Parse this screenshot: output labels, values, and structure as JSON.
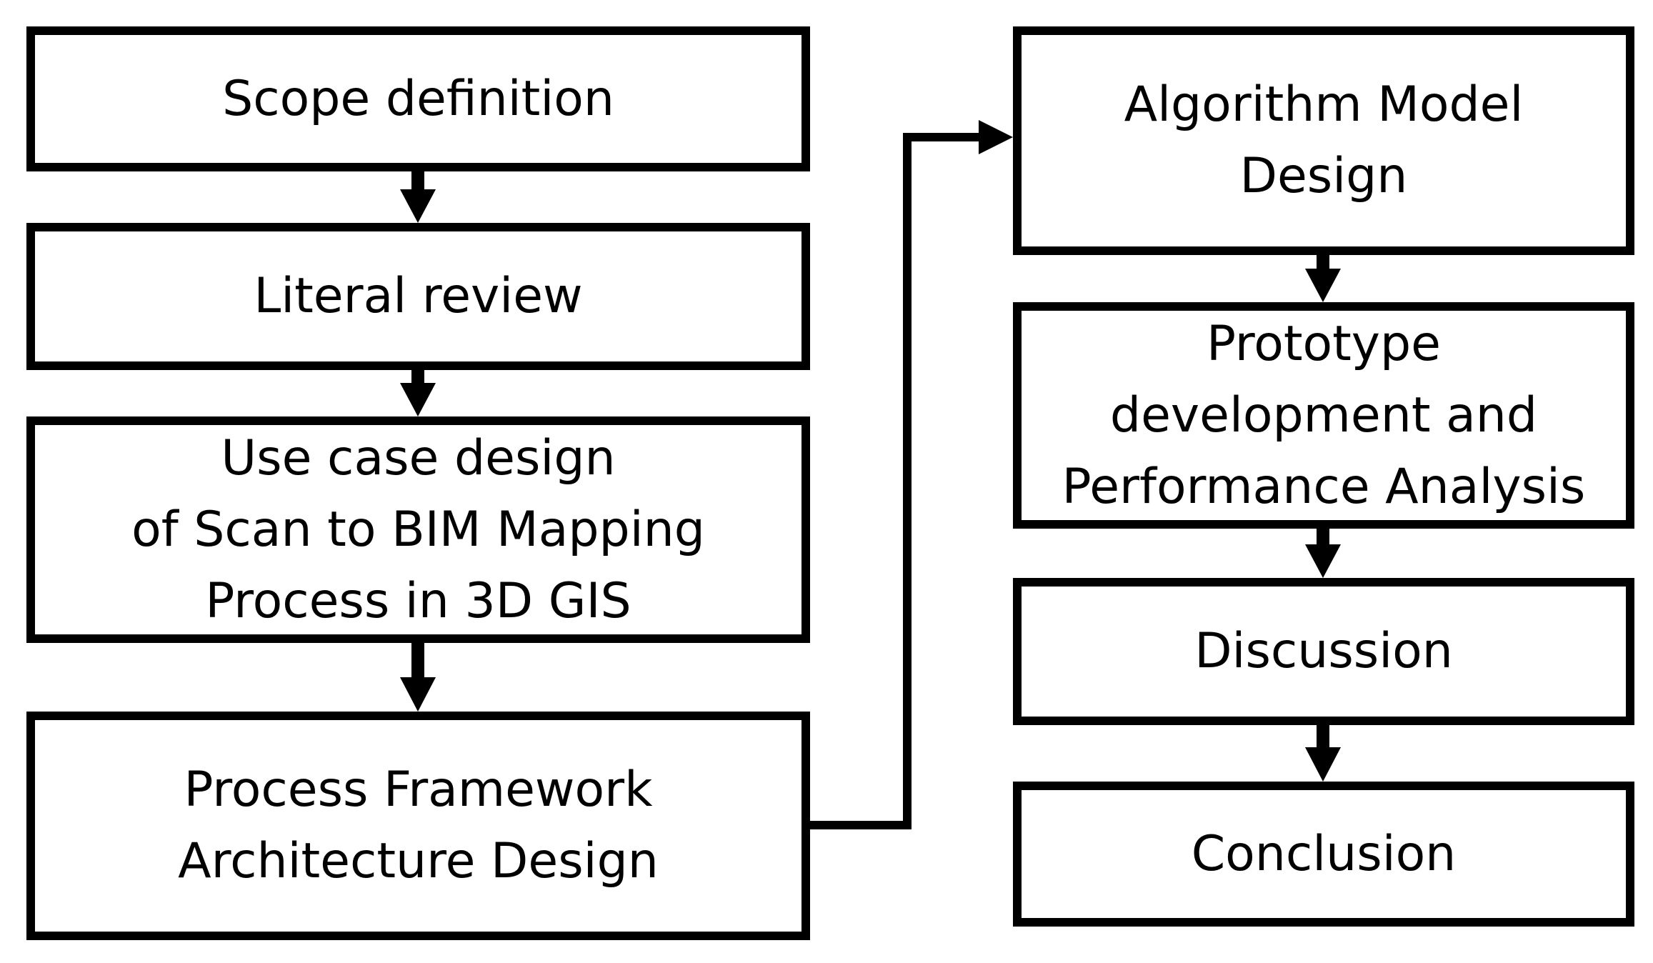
{
  "diagram": {
    "steps": {
      "scope": "Scope definition",
      "literal": "Literal review",
      "usecase": "Use case design\nof Scan to BIM Mapping\nProcess in 3D GIS",
      "framework": "Process Framework\nArchitecture Design",
      "algorithm": "Algorithm Model\nDesign",
      "prototype": "Prototype\ndevelopment and\nPerformance Analysis",
      "discussion": "Discussion",
      "conclusion": "Conclusion"
    },
    "colors": {
      "line": "#000000",
      "box_fill": "#ffffff",
      "text": "#000000"
    }
  }
}
